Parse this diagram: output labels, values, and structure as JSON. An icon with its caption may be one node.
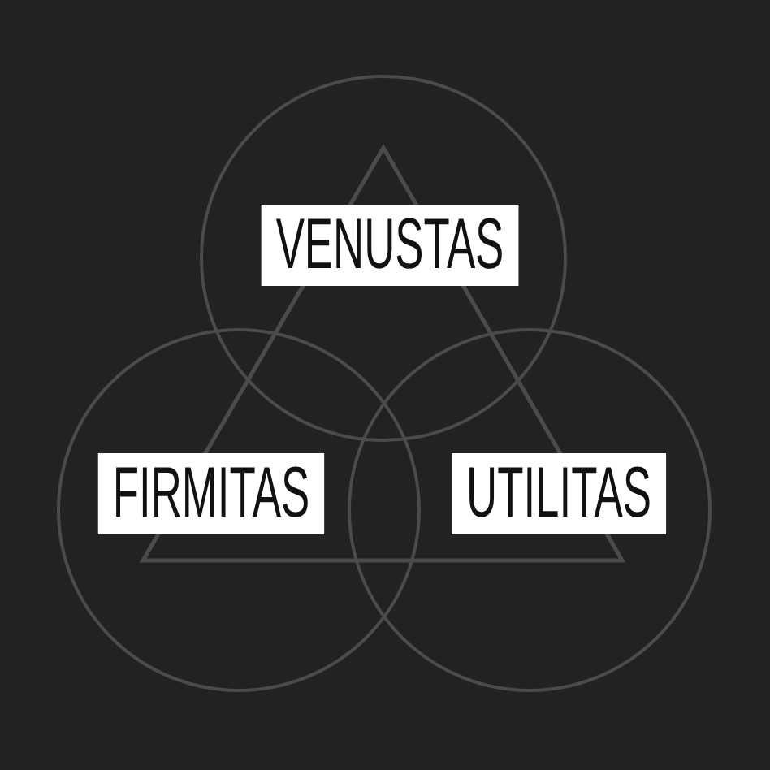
{
  "diagram": {
    "nodes": [
      {
        "text": [
          "VENUSTAS"
        ]
      },
      {
        "text": [
          "FIRMITAS"
        ]
      },
      {
        "text": [
          "UTILITAS"
        ]
      }
    ]
  }
}
